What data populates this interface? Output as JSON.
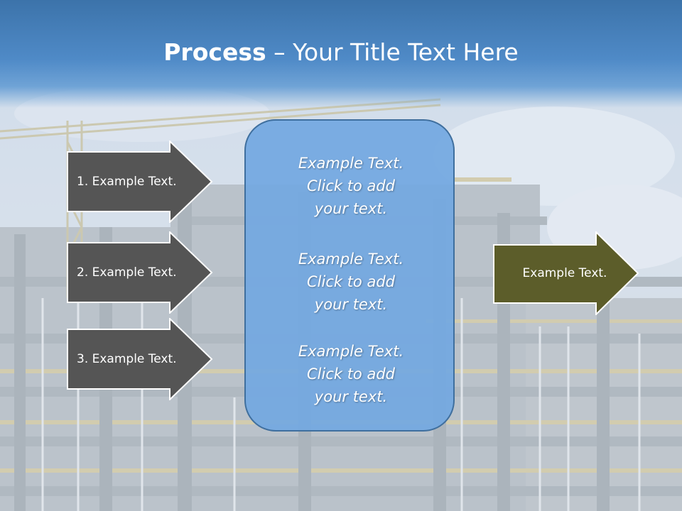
{
  "slide": {
    "title_bold": "Process",
    "title_rest": " – Your Title Text Here",
    "left_arrows": [
      {
        "label": "1. Example Text."
      },
      {
        "label": "2. Example Text."
      },
      {
        "label": "3. Example Text."
      }
    ],
    "center_box": {
      "blocks": [
        {
          "line1": "Example Text.",
          "line2": "Click  to add",
          "line3": "your text."
        },
        {
          "line1": "Example Text.",
          "line2": "Click  to add",
          "line3": "your text."
        },
        {
          "line1": "Example Text.",
          "line2": "Click  to add",
          "line3": "your text."
        }
      ]
    },
    "right_arrow": {
      "label": "Example Text."
    }
  },
  "colors": {
    "header": "#4a85c4",
    "left_arrow_fill": "#555555",
    "right_arrow_fill": "#5c5d2a",
    "center_box_fill": "#73a8e1"
  }
}
